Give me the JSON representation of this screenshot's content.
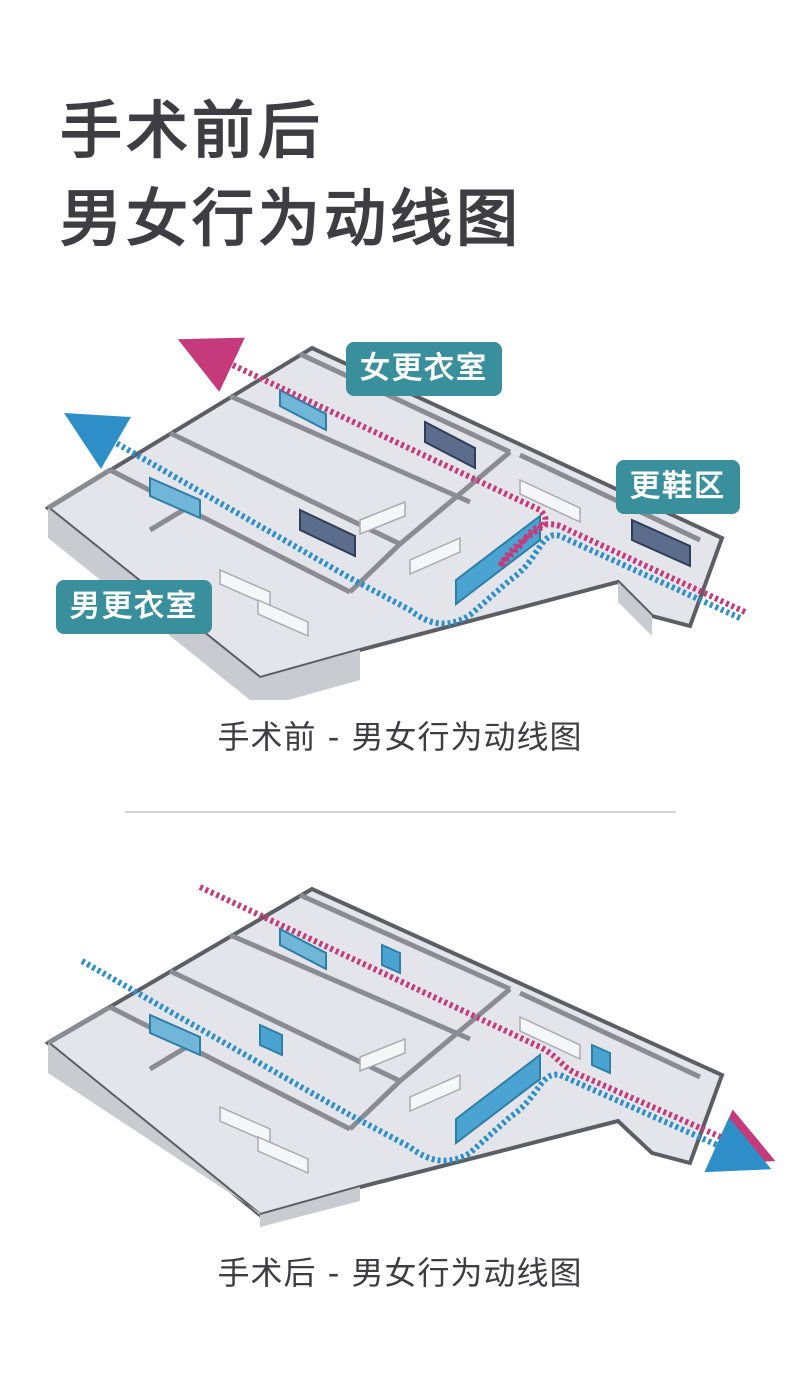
{
  "title": {
    "line1": "手术前后",
    "line2": "男女行为动线图"
  },
  "diagram1": {
    "labels": {
      "female_room": "女更衣室",
      "shoe_area": "更鞋区",
      "male_room": "男更衣室"
    },
    "caption": "手术前 - 男女行为动线图"
  },
  "diagram2": {
    "caption": "手术后 - 男女行为动线图"
  },
  "colors": {
    "label_bg": "#3a8f9c",
    "female_path": "#c43a7a",
    "male_path": "#2e8fc8",
    "wall": "#5d5d64",
    "floor": "#dfe1e6"
  }
}
